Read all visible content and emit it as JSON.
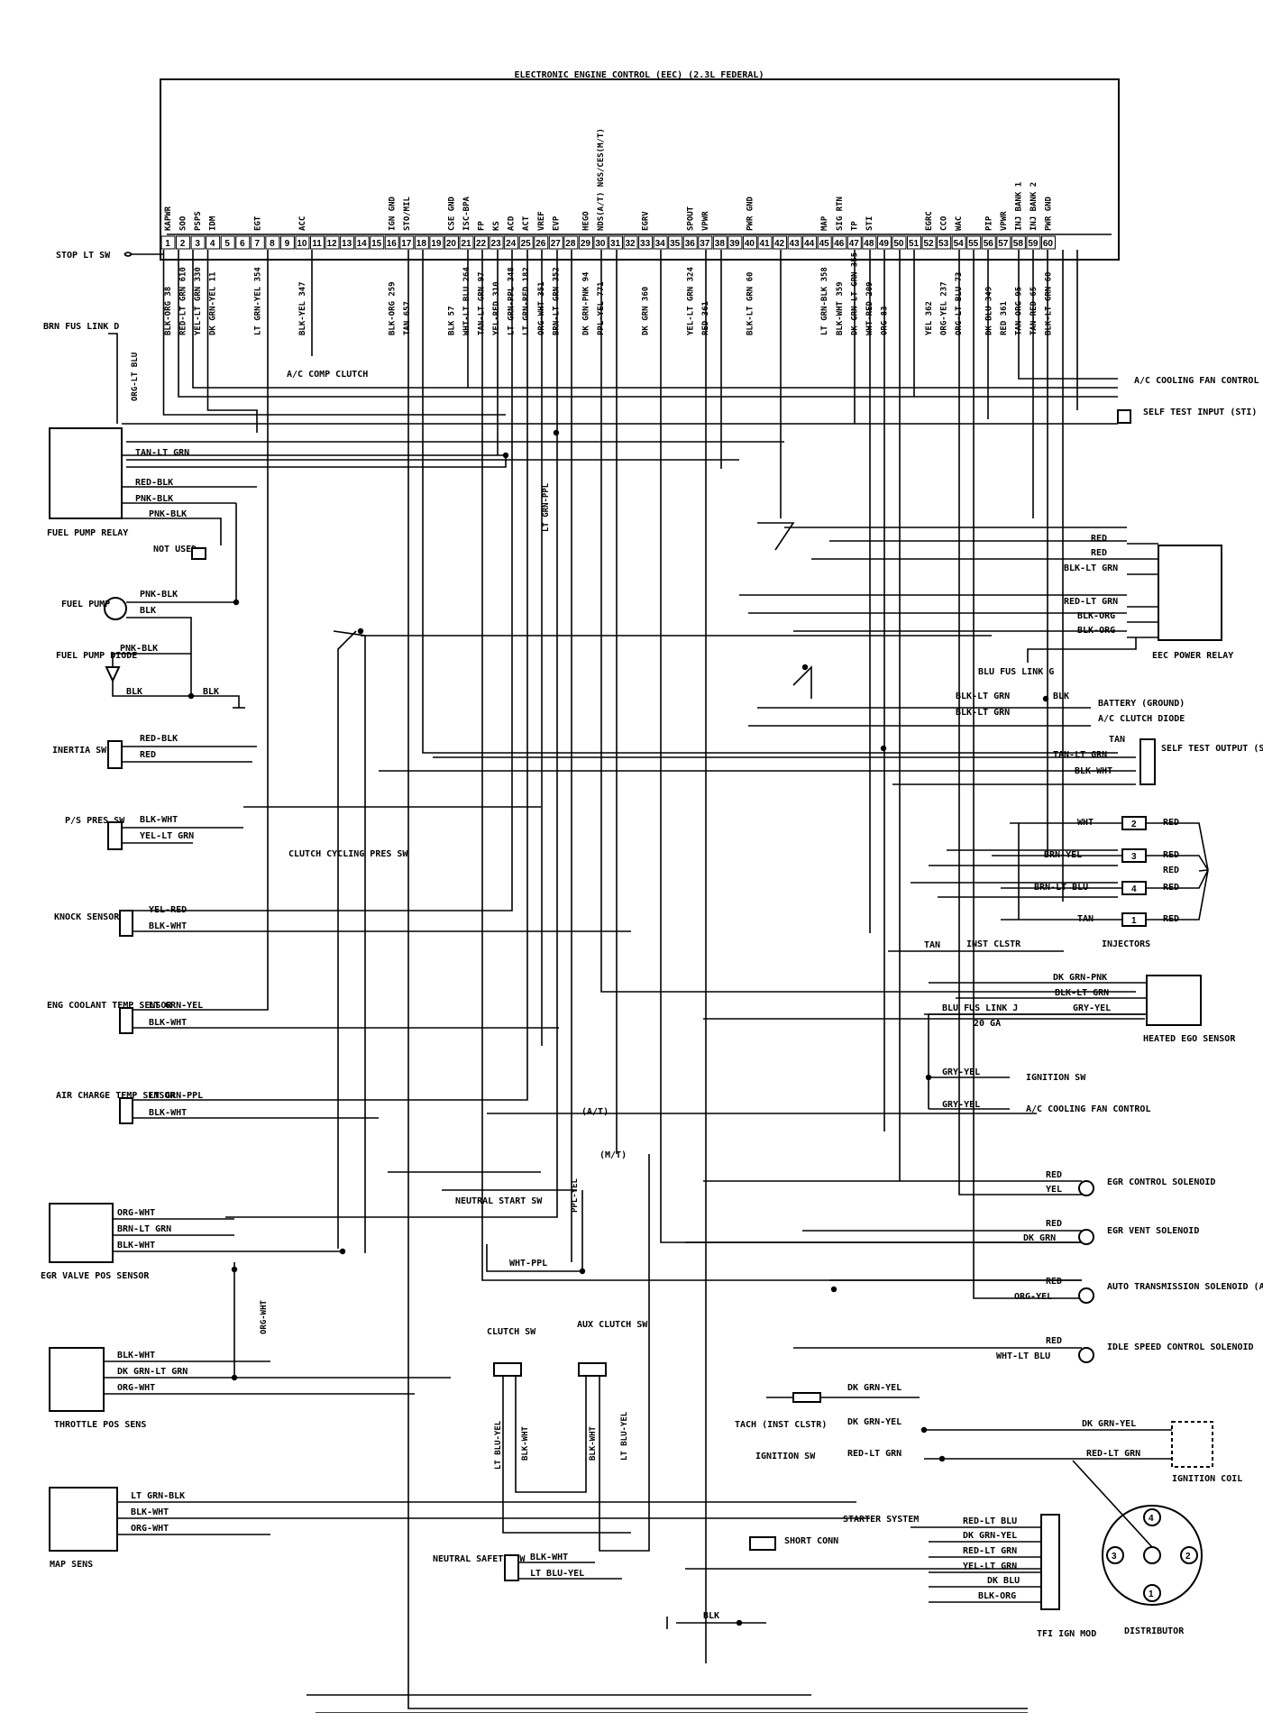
{
  "ecu": {
    "title": "ELECTRONIC ENGINE CONTROL (EEC) (2.3L FEDERAL)",
    "pin_functions": [
      {
        "pin": "1",
        "name": "KAPWR"
      },
      {
        "pin": "2",
        "name": "SOO"
      },
      {
        "pin": "3",
        "name": "PSPS"
      },
      {
        "pin": "4",
        "name": "IDM"
      },
      {
        "pin": "7",
        "name": "EGT"
      },
      {
        "pin": "10",
        "name": "ACC"
      },
      {
        "pin": "16",
        "name": "IGN GND"
      },
      {
        "pin": "17",
        "name": "STO/MIL"
      },
      {
        "pin": "20",
        "name": "CSE GND"
      },
      {
        "pin": "21",
        "name": "ISC-BPA"
      },
      {
        "pin": "22",
        "name": "FP"
      },
      {
        "pin": "23",
        "name": "KS"
      },
      {
        "pin": "24",
        "name": "ACD"
      },
      {
        "pin": "25",
        "name": "ACT"
      },
      {
        "pin": "26",
        "name": "VREF"
      },
      {
        "pin": "27",
        "name": "EVP"
      },
      {
        "pin": "29",
        "name": "HEGO"
      },
      {
        "pin": "30",
        "name": "NDS(A/T) NGS/CES(M/T)"
      },
      {
        "pin": "33",
        "name": "EGRV"
      },
      {
        "pin": "36",
        "name": "SPOUT"
      },
      {
        "pin": "37",
        "name": "VPWR"
      },
      {
        "pin": "40",
        "name": "PWR GND"
      },
      {
        "pin": "45",
        "name": "MAP"
      },
      {
        "pin": "46",
        "name": "SIG RTN"
      },
      {
        "pin": "47",
        "name": "TP"
      },
      {
        "pin": "48",
        "name": "STI"
      },
      {
        "pin": "52",
        "name": "EGRC"
      },
      {
        "pin": "53",
        "name": "CCO"
      },
      {
        "pin": "54",
        "name": "WAC"
      },
      {
        "pin": "56",
        "name": "PIP"
      },
      {
        "pin": "57",
        "name": "VPWR"
      },
      {
        "pin": "58",
        "name": "INJ BANK 1"
      },
      {
        "pin": "59",
        "name": "INJ BANK 2"
      },
      {
        "pin": "60",
        "name": "PWR GND"
      }
    ],
    "pin_numbers": [
      "1",
      "2",
      "3",
      "4",
      "5",
      "6",
      "7",
      "8",
      "9",
      "10",
      "11",
      "12",
      "13",
      "14",
      "15",
      "16",
      "17",
      "18",
      "19",
      "20",
      "21",
      "22",
      "23",
      "24",
      "25",
      "26",
      "27",
      "28",
      "29",
      "30",
      "31",
      "32",
      "33",
      "34",
      "35",
      "36",
      "37",
      "38",
      "39",
      "40",
      "41",
      "42",
      "43",
      "44",
      "45",
      "46",
      "47",
      "48",
      "49",
      "50",
      "51",
      "52",
      "53",
      "54",
      "55",
      "56",
      "57",
      "58",
      "59",
      "60"
    ],
    "wire_labels": [
      {
        "pin": "1",
        "text": "BLK-ORG 38"
      },
      {
        "pin": "2",
        "text": "RED-LT GRN 610"
      },
      {
        "pin": "3",
        "text": "YEL-LT GRN 330"
      },
      {
        "pin": "4",
        "text": "DK GRN-YEL 11"
      },
      {
        "pin": "7",
        "text": "LT GRN-YEL 354"
      },
      {
        "pin": "10",
        "text": "BLK-YEL 347"
      },
      {
        "pin": "16",
        "text": "BLK-ORG 259"
      },
      {
        "pin": "17",
        "text": "TAN 657"
      },
      {
        "pin": "20",
        "text": "BLK 57"
      },
      {
        "pin": "21",
        "text": "WHT-LT BLU 264"
      },
      {
        "pin": "22",
        "text": "TAN-LT GRN 97"
      },
      {
        "pin": "23",
        "text": "YEL-RED 310"
      },
      {
        "pin": "24",
        "text": "LT GRN-PPL 348"
      },
      {
        "pin": "25",
        "text": "LT GRN-RED 182"
      },
      {
        "pin": "26",
        "text": "ORG-WHT 351"
      },
      {
        "pin": "27",
        "text": "BRN-LT GRN 352"
      },
      {
        "pin": "29",
        "text": "DK GRN-PNK 94"
      },
      {
        "pin": "30",
        "text": "PPL-YEL 771"
      },
      {
        "pin": "33",
        "text": "DK GRN 360"
      },
      {
        "pin": "36",
        "text": "YEL-LT GRN 324"
      },
      {
        "pin": "37",
        "text": "RED 361"
      },
      {
        "pin": "40",
        "text": "BLK-LT GRN 60"
      },
      {
        "pin": "45",
        "text": "LT GRN-BLK 358"
      },
      {
        "pin": "46",
        "text": "BLK-WHT 359"
      },
      {
        "pin": "47",
        "text": "DK GRN-LT GRN 355"
      },
      {
        "pin": "48",
        "text": "WHT-RED 209"
      },
      {
        "pin": "49",
        "text": "ORG 83"
      },
      {
        "pin": "52",
        "text": "YEL 362"
      },
      {
        "pin": "53",
        "text": "ORG-YEL 237"
      },
      {
        "pin": "54",
        "text": "ORG-LT BLU 73"
      },
      {
        "pin": "56",
        "text": "DK BLU 349"
      },
      {
        "pin": "57",
        "text": "RED 361"
      },
      {
        "pin": "58",
        "text": "TAN-ORG 95"
      },
      {
        "pin": "59",
        "text": "TAN-RED 65"
      },
      {
        "pin": "60",
        "text": "BLK-LT GRN 60"
      }
    ]
  },
  "left_components": {
    "stop_lt_sw": "STOP LT SW",
    "brn_fus_link_d": "BRN FUS LINK D",
    "org_lt_blu": "ORG-LT BLU",
    "fuel_pump_relay": {
      "label": "FUEL PUMP RELAY",
      "wires": [
        "TAN-LT GRN",
        "RED-BLK",
        "PNK-BLK",
        "PNK-BLK"
      ]
    },
    "not_used": "NOT USED",
    "fuel_pump": {
      "label": "FUEL PUMP",
      "wires": [
        "PNK-BLK",
        "BLK"
      ]
    },
    "fuel_pump_diode": {
      "label": "FUEL PUMP DIODE",
      "wires": [
        "PNK-BLK",
        "BLK",
        "BLK"
      ]
    },
    "inertia_sw": {
      "label": "INERTIA SW",
      "wires": [
        "RED-BLK",
        "RED"
      ]
    },
    "ps_pres_sw": {
      "label": "P/S PRES SW",
      "wires": [
        "BLK-WHT",
        "YEL-LT GRN"
      ]
    },
    "knock_sensor": {
      "label": "KNOCK SENSOR",
      "wires": [
        "YEL-RED",
        "BLK-WHT"
      ]
    },
    "eng_coolant": {
      "label": "ENG COOLANT TEMP SENSOR",
      "wires": [
        "LT GRN-YEL",
        "BLK-WHT"
      ]
    },
    "air_charge": {
      "label": "AIR CHARGE TEMP SENSOR",
      "wires": [
        "LT GRN-PPL",
        "BLK-WHT"
      ]
    },
    "egr_valve": {
      "label": "EGR VALVE POS SENSOR",
      "wires": [
        "ORG-WHT",
        "BRN-LT GRN",
        "BLK-WHT"
      ]
    },
    "org_wht_vertical": "ORG-WHT",
    "throttle": {
      "label": "THROTTLE POS SENS",
      "wires": [
        "BLK-WHT",
        "DK GRN-LT GRN",
        "ORG-WHT"
      ]
    },
    "map_sens": {
      "label": "MAP SENS",
      "wires": [
        "LT GRN-BLK",
        "BLK-WHT",
        "ORG-WHT"
      ]
    }
  },
  "middle_components": {
    "ac_comp_clutch": "A/C COMP CLUTCH",
    "lt_grn_ppl": "LT GRN-PPL",
    "clutch_cycling": "CLUTCH CYCLING PRES SW",
    "at_label": "(A/T)",
    "mt_label": "(M/T)",
    "ppl_yel": "PPL-YEL",
    "neutral_start_sw": "NEUTRAL START SW",
    "wht_ppl": "WHT-PPL",
    "clutch_sw": {
      "label": "CLUTCH SW",
      "wires": [
        "LT BLU-YEL",
        "BLK-WHT"
      ]
    },
    "aux_clutch_sw": {
      "label": "AUX CLUTCH SW",
      "wires": [
        "BLK-WHT",
        "LT BLU-YEL"
      ]
    },
    "neutral_safety_sw": {
      "label": "NEUTRAL SAFETY SW",
      "wires": [
        "BLK-WHT",
        "LT BLU-YEL"
      ]
    },
    "short_conn": "SHORT CONN",
    "blk_ground": "BLK"
  },
  "right_components": {
    "ac_cooling_fan": "A/C COOLING FAN CONTROL",
    "self_test_input": "SELF TEST INPUT (STI) CONN",
    "eec_power_relay": {
      "label": "EEC POWER RELAY",
      "wires": [
        "RED",
        "RED",
        "BLK-LT GRN",
        "RED-LT GRN",
        "BLK-ORG",
        "BLK-ORG"
      ]
    },
    "blu_fus_link_g": "BLU FUS LINK G",
    "battery": {
      "wires": [
        "BLK-LT GRN",
        "BLK",
        "BLK-LT GRN"
      ],
      "labels": [
        "BATTERY (GROUND)",
        "A/C CLUTCH DIODE"
      ]
    },
    "self_test_output": {
      "label": "SELF TEST OUTPUT (STO) CONN",
      "wires": [
        "TAN",
        "TAN-LT GRN",
        "BLK-WHT"
      ]
    },
    "injectors": {
      "label": "INJECTORS",
      "left_wires": [
        "WHT",
        "BRN-YEL",
        "BRN-LT BLU",
        "TAN"
      ],
      "right_wires": [
        "RED",
        "RED",
        "RED",
        "RED",
        "RED"
      ],
      "numbers": [
        "2",
        "3",
        "4",
        "1"
      ]
    },
    "inst_clstr": {
      "wire": "TAN",
      "label": "INST CLSTR"
    },
    "heated_ego": {
      "label": "HEATED EGO SENSOR",
      "wires": [
        "DK GRN-PNK",
        "BLK-LT GRN",
        "GRY-YEL"
      ],
      "fuse": "BLU FUS LINK J",
      "gauge": "20 GA"
    },
    "ignition_sw_1": {
      "wire": "GRY-YEL",
      "label": "IGNITION SW"
    },
    "ac_cooling_fan_2": {
      "wire": "GRY-YEL",
      "label": "A/C COOLING FAN CONTROL"
    },
    "egr_control": {
      "label": "EGR CONTROL SOLENOID",
      "wires": [
        "RED",
        "YEL"
      ]
    },
    "egr_vent": {
      "label": "EGR VENT SOLENOID",
      "wires": [
        "RED",
        "DK GRN"
      ]
    },
    "auto_trans": {
      "label": "AUTO TRANSMISSION SOLENOID (A/T)",
      "wires": [
        "RED",
        "ORG-YEL"
      ]
    },
    "idle_speed": {
      "label": "IDLE SPEED CONTROL SOLENOID",
      "wires": [
        "RED",
        "WHT-LT BLU"
      ]
    },
    "dk_grn_yel_top": "DK GRN-YEL",
    "tach": {
      "label": "TACH (INST CLSTR)",
      "wire": "DK GRN-YEL"
    },
    "ignition_sw_2": {
      "label": "IGNITION SW",
      "wire": "RED-LT GRN"
    },
    "ignition_coil": {
      "label": "IGNITION COIL",
      "wires": [
        "DK GRN-YEL",
        "RED-LT GRN"
      ]
    },
    "starter_system": "STARTER SYSTEM",
    "tfi": {
      "label": "TFI IGN MOD",
      "wires": [
        "RED-LT BLU",
        "DK GRN-YEL",
        "RED-LT GRN",
        "YEL-LT GRN",
        "DK BLU",
        "BLK-ORG"
      ]
    },
    "distributor": {
      "label": "DISTRIBUTOR",
      "numbers": [
        "4",
        "3",
        "2",
        "1"
      ]
    }
  }
}
